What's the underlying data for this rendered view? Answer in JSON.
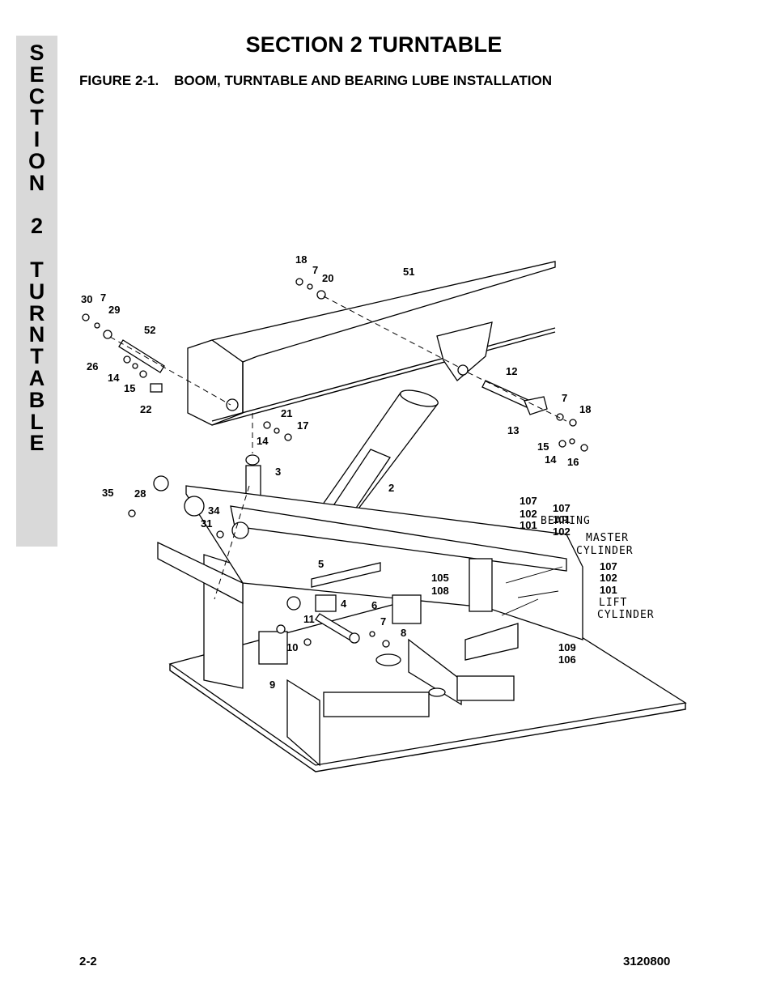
{
  "side_tab": {
    "letters": [
      "S",
      "E",
      "C",
      "T",
      "I",
      "O",
      "N",
      " ",
      "2",
      " ",
      "T",
      "U",
      "R",
      "N",
      "T",
      "A",
      "B",
      "L",
      "E"
    ]
  },
  "header": {
    "title": "SECTION 2  TURNTABLE",
    "figure_caption": "FIGURE 2-1.    BOOM, TURNTABLE AND BEARING LUBE INSTALLATION"
  },
  "figure": {
    "callouts": [
      "18",
      "7",
      "20",
      "51",
      "30",
      "7",
      "29",
      "52",
      "26",
      "14",
      "15",
      "22",
      "12",
      "7",
      "18",
      "13",
      "15",
      "14",
      "16",
      "21",
      "17",
      "14",
      "3",
      "2",
      "35",
      "28",
      "34",
      "31",
      "5",
      "105",
      "108",
      "4",
      "6",
      "7",
      "8",
      "11",
      "10",
      "9",
      "109",
      "106",
      "107",
      "102",
      "101",
      "107",
      "101",
      "102",
      "107",
      "102",
      "101"
    ],
    "text_labels": [
      "BEARING",
      "MASTER",
      "CYLINDER",
      "LIFT",
      "CYLINDER"
    ]
  },
  "footer": {
    "page_number": "2-2",
    "document_number": "3120800"
  }
}
